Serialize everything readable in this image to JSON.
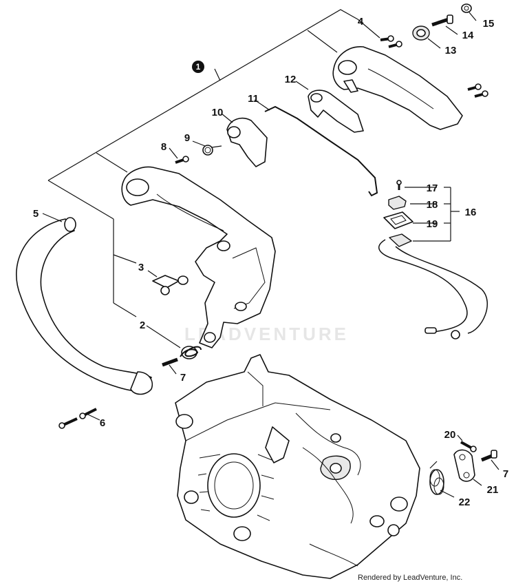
{
  "assembly_marker": "1",
  "callouts": [
    "2",
    "3",
    "4",
    "5",
    "6",
    "7",
    "7",
    "8",
    "9",
    "10",
    "11",
    "12",
    "13",
    "14",
    "15",
    "16",
    "17",
    "18",
    "19",
    "20",
    "21",
    "22"
  ],
  "watermark": "LEADVENTURE",
  "credit": "Rendered by LeadVenture, Inc."
}
